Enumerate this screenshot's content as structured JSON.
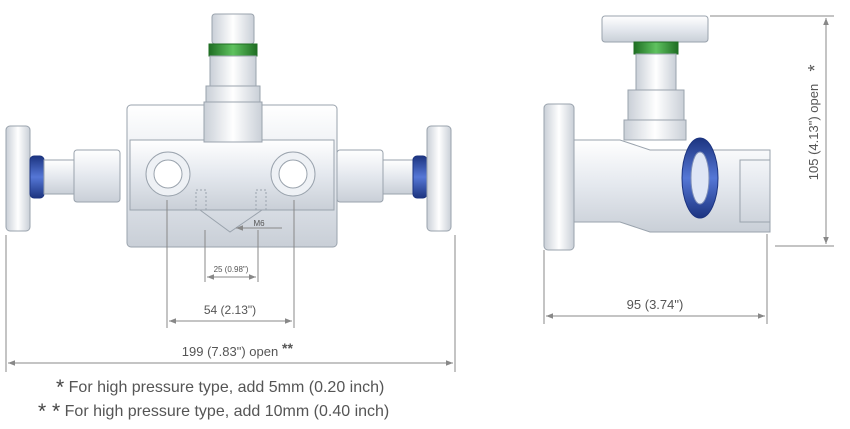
{
  "front_view": {
    "dim_overall": "199 (7.83\") open",
    "dim_overall_mark": "**",
    "dim_center": "54 (2.13\")",
    "dim_port": "25 (0.98\")",
    "thread": "M6"
  },
  "side_view": {
    "dim_depth": "95 (3.74\")",
    "dim_height": "105 (4.13\") open",
    "dim_height_mark": "*"
  },
  "notes": [
    {
      "mark": "*",
      "text": "For high pressure type, add 5mm (0.20 inch)"
    },
    {
      "mark": "* *",
      "text": "For high pressure type, add 10mm (0.40 inch)"
    }
  ],
  "colors": {
    "seal_green": "#3a9a3a",
    "seal_blue": "#2e4fa8",
    "dimension_line": "#888888",
    "body_outline": "#9aa3ad"
  }
}
